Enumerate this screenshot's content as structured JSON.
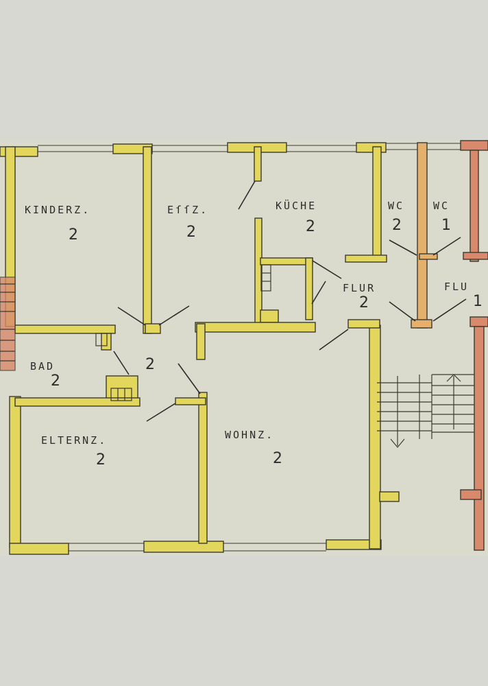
{
  "plan": {
    "colors": {
      "paper": "#d7d8d2",
      "wall_main": "#e3d65d",
      "wall_neighbor": "#d98a6c",
      "wall_outline": "#3a3a30",
      "ink": "#2c2c2c"
    },
    "rooms": {
      "kinderz": {
        "label": "KINDERZ.",
        "number": "2"
      },
      "essz": {
        "label": "EſſZ.",
        "number": "2"
      },
      "kueche": {
        "label": "KÜCHE",
        "number": "2"
      },
      "wc2": {
        "label": "WC",
        "number": "2"
      },
      "wc1": {
        "label": "WC",
        "number": "1"
      },
      "flur2": {
        "label": "FLUR",
        "number": "2"
      },
      "flur1": {
        "label": "FLU",
        "number": "1"
      },
      "bad": {
        "label": "BAD",
        "number": "2"
      },
      "diele": {
        "number": "2"
      },
      "elternz": {
        "label": "ELTERNZ.",
        "number": "2"
      },
      "wohnz": {
        "label": "WOHNZ.",
        "number": "2"
      }
    }
  }
}
